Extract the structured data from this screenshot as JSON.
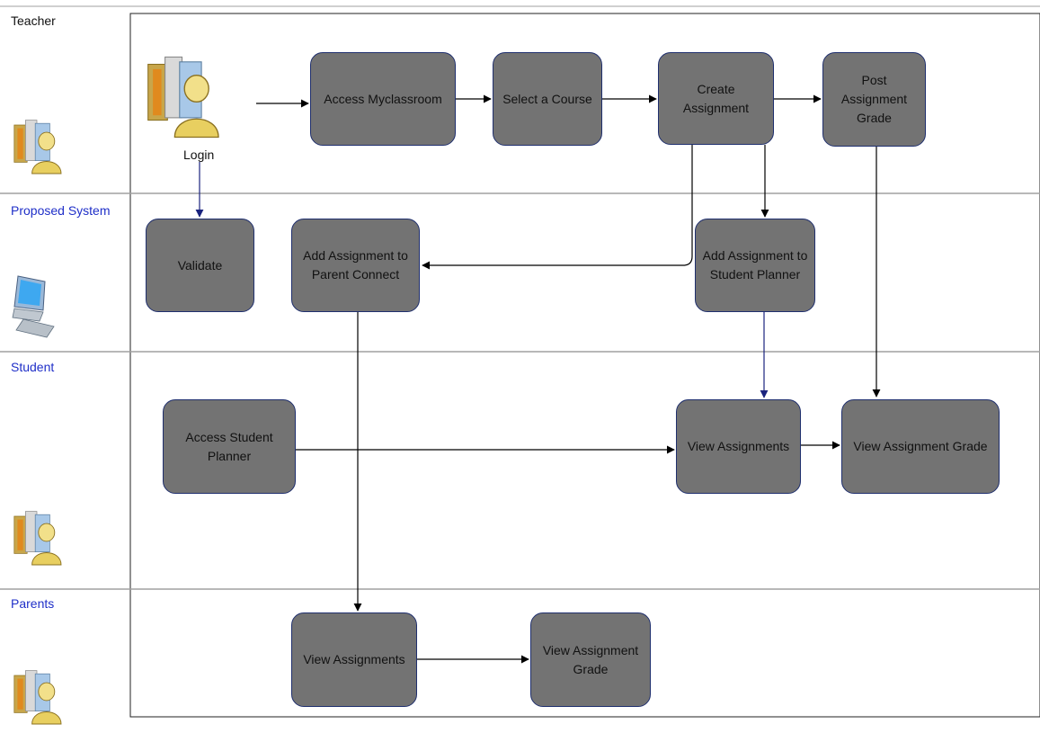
{
  "lanes": [
    {
      "label": "Teacher",
      "color": "#111111"
    },
    {
      "label": "Proposed System",
      "color": "#1f2fc8"
    },
    {
      "label": "Student",
      "color": "#1f2fc8"
    },
    {
      "label": "Parents",
      "color": "#1f2fc8"
    }
  ],
  "login_label": "Login",
  "nodes": {
    "access_myclassroom": "Access Myclassroom",
    "select_course": "Select a Course",
    "create_assignment": "Create\nAssignment",
    "post_grade": "Post\nAssignment\nGrade",
    "validate": "Validate",
    "add_parent_connect": "Add Assignment to\nParent Connect",
    "add_student_planner": "Add Assignment to\nStudent Planner",
    "access_student_planner": "Access Student\nPlanner",
    "student_view_assignments": "View Assignments",
    "student_view_grade": "View Assignment Grade",
    "parent_view_assignments": "View Assignments",
    "parent_view_grade": "View Assignment\nGrade"
  },
  "icons": {
    "teacher_login": "users-icon",
    "teacher_lane": "users-icon",
    "system_lane": "computer-icon",
    "student_lane": "users-icon",
    "parents_lane": "users-icon"
  },
  "colors": {
    "node_fill": "#737373",
    "node_border": "#1f2f6e",
    "lane_line": "#a0a0a0",
    "arrow_black": "#000000",
    "arrow_blue": "#1a237e"
  }
}
